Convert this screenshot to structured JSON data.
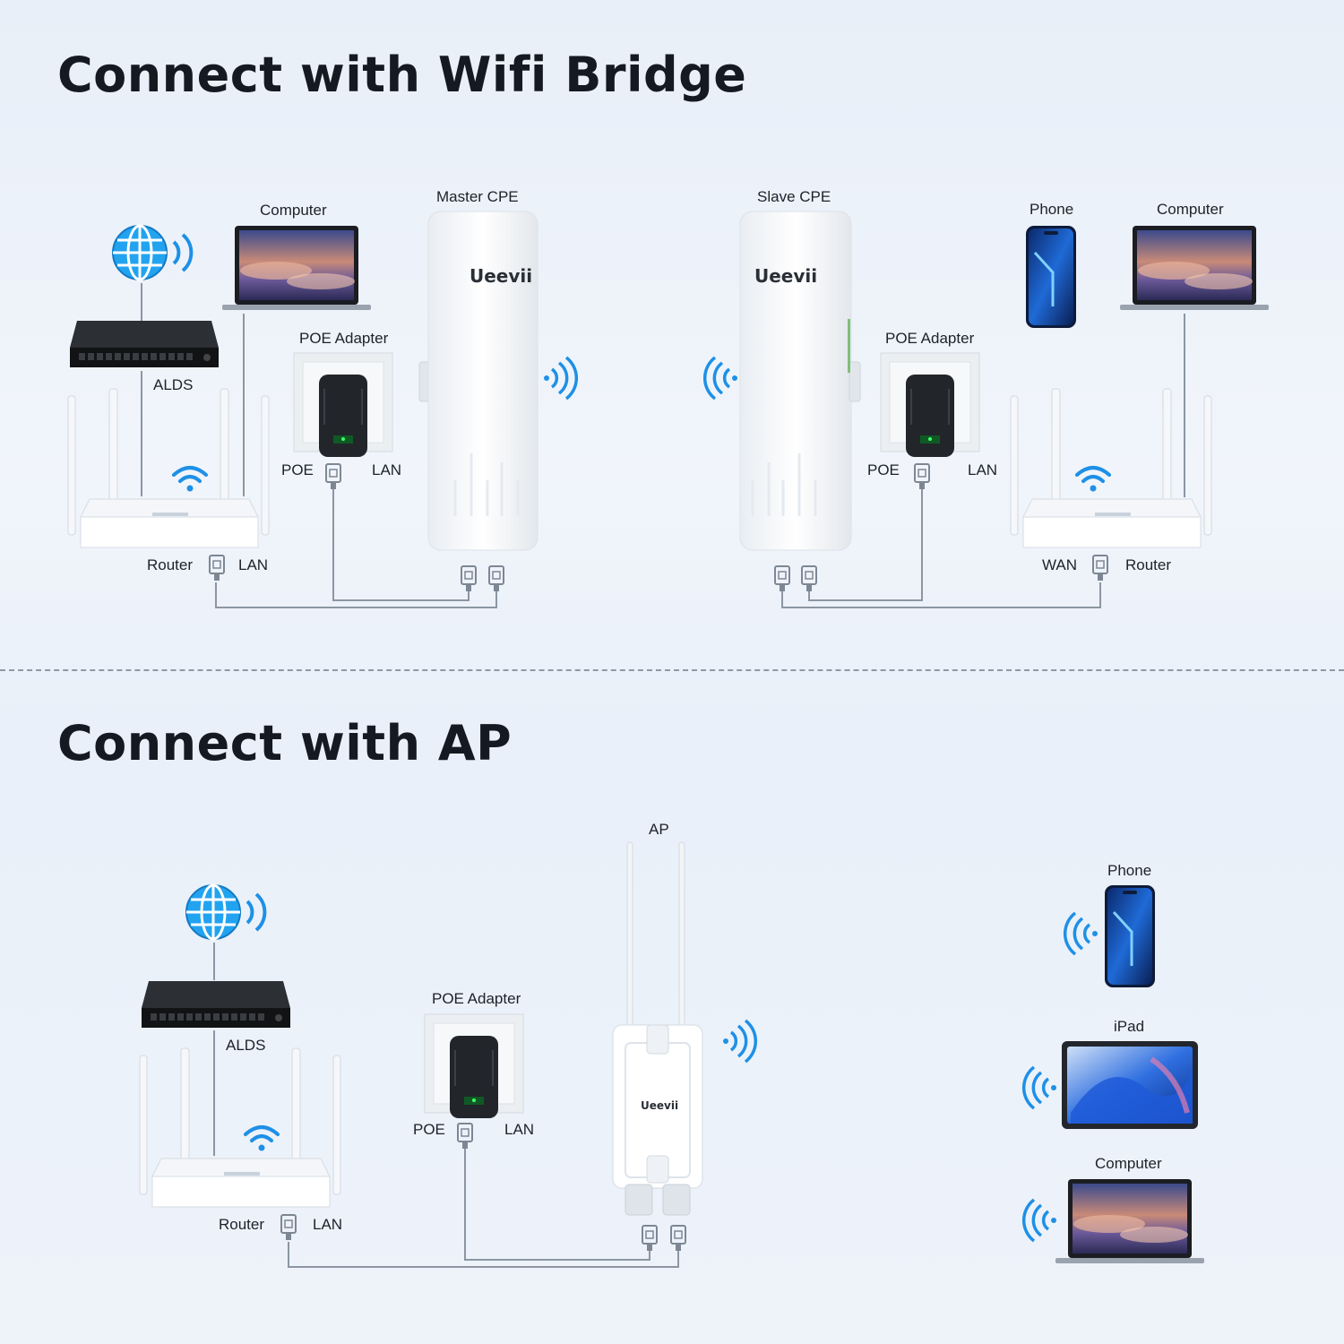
{
  "bridge": {
    "title": "Connect with Wifi Bridge",
    "left": {
      "computer_label": "Computer",
      "alds_label": "ALDS",
      "router_label": "Router",
      "lan_label": "LAN",
      "poe_adapter_label": "POE Adapter",
      "poe_label": "POE",
      "poe_lan_label": "LAN",
      "cpe_label": "Master CPE",
      "cpe_logo": "Ueevii"
    },
    "right": {
      "cpe_label": "Slave CPE",
      "cpe_logo": "Ueevii",
      "poe_adapter_label": "POE Adapter",
      "poe_label": "POE",
      "poe_lan_label": "LAN",
      "phone_label": "Phone",
      "computer_label": "Computer",
      "wan_label": "WAN",
      "router_label": "Router"
    }
  },
  "ap": {
    "title": "Connect with AP",
    "alds_label": "ALDS",
    "router_label": "Router",
    "lan_label": "LAN",
    "poe_adapter_label": "POE Adapter",
    "poe_label": "POE",
    "poe_lan_label": "LAN",
    "ap_label": "AP",
    "ap_logo": "Ueevii",
    "phone_label": "Phone",
    "ipad_label": "iPad",
    "computer_label": "Computer"
  },
  "colors": {
    "accent_blue": "#1e90e6",
    "wire": "#8c96a3",
    "title": "#151a22"
  }
}
